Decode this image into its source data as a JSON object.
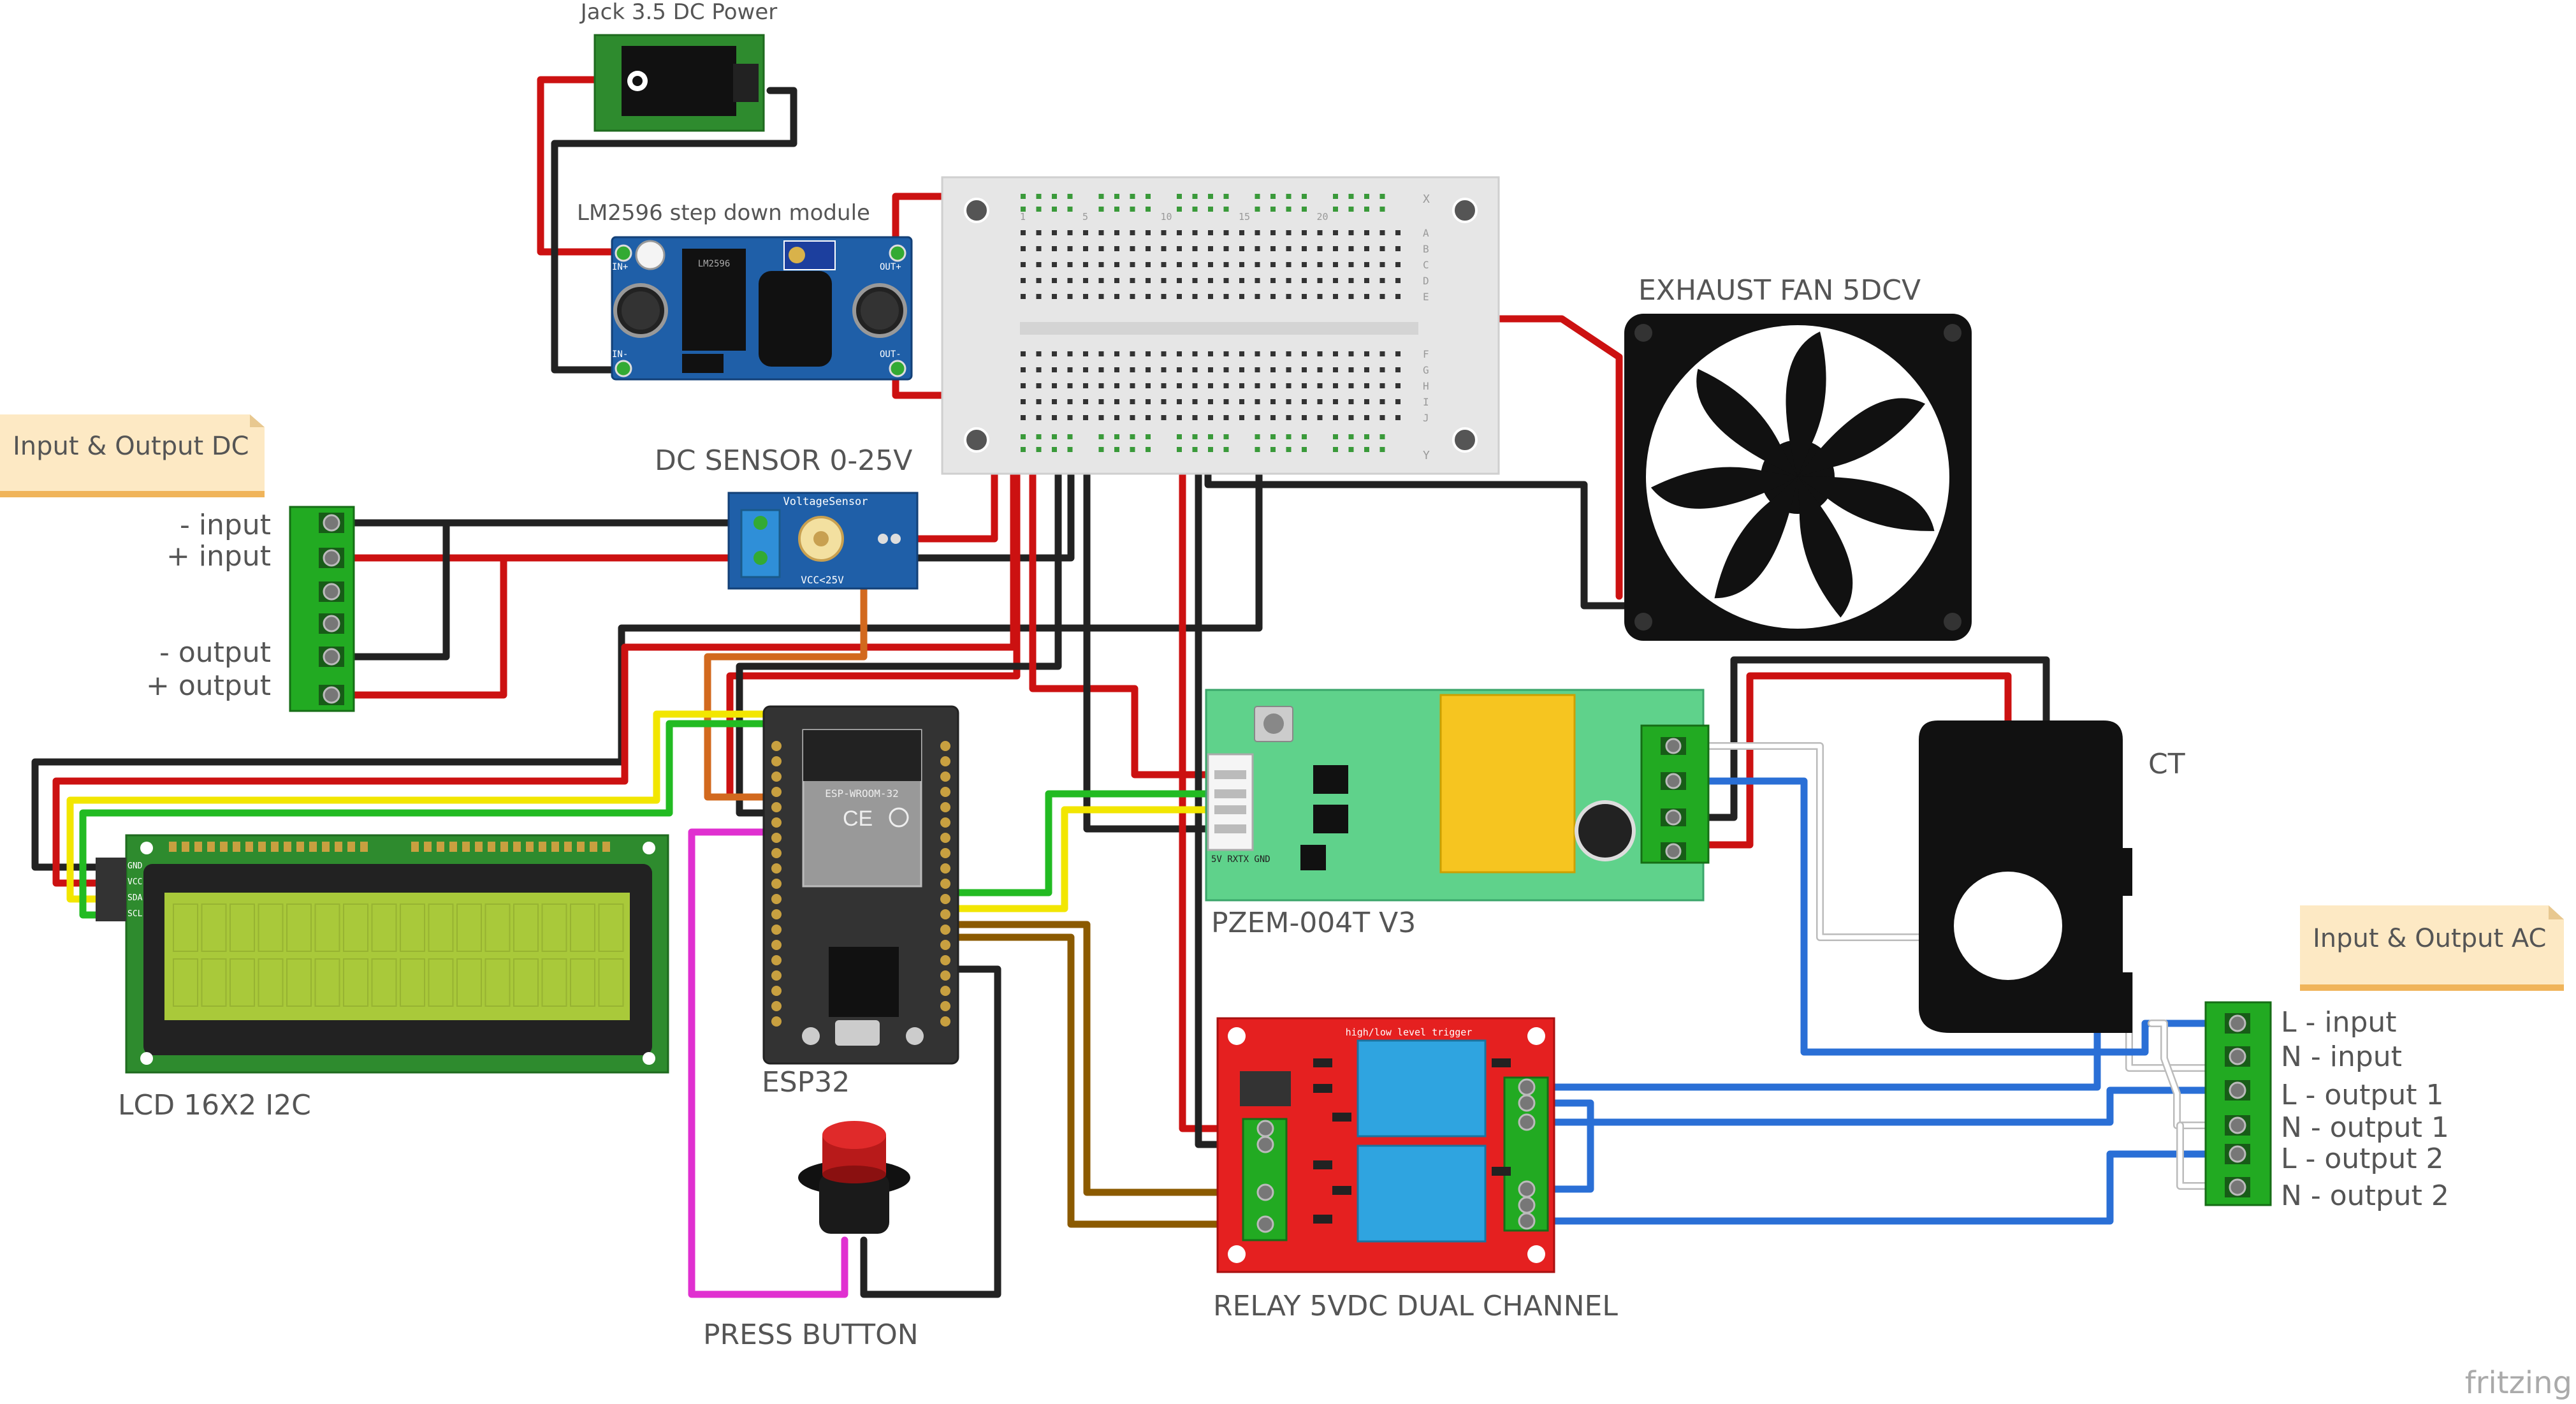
{
  "labels": {
    "jack": "Jack 3.5 DC Power",
    "lm2596": "LM2596 step down module",
    "lm2596_chip": "LM2596",
    "lm_in_plus": "IN+",
    "lm_in_minus": "IN-",
    "lm_out_plus": "OUT+",
    "lm_out_minus": "OUT-",
    "fan": "EXHAUST FAN 5DCV",
    "dc_sensor": "DC SENSOR 0-25V",
    "dc_sensor_silk": "VoltageSensor",
    "dc_sensor_silk2": "VCC<25V",
    "lcd": "LCD 16X2 I2C",
    "esp32": "ESP32",
    "esp32_module": "ESP-WROOM-32",
    "esp32_ce": "CE",
    "pzem": "PZEM-004T V3",
    "pzem_pins": "5V RXTX GND",
    "ct": "CT",
    "relay": "RELAY 5VDC DUAL CHANNEL",
    "relay_silk": "high/low level trigger",
    "press": "PRESS BUTTON",
    "fritzing": "fritzing"
  },
  "lcd_pins": [
    "GND",
    "VCC",
    "SDA",
    "SCL"
  ],
  "callouts": {
    "dc_title": "Input & Output DC",
    "ac_title": "Input & Output AC"
  },
  "dc_terminals": [
    "- input",
    "+ input",
    "- output",
    "+ output"
  ],
  "ac_terminals": [
    "L - input",
    "N - input",
    "L - output 1",
    "N - output 1",
    "L - output 2",
    "N - output 2"
  ],
  "breadboard": {
    "rows_left": [
      "A",
      "B",
      "C",
      "D",
      "E"
    ],
    "rows_right": [
      "F",
      "G",
      "H",
      "I",
      "J"
    ],
    "col_marks": [
      "1",
      "5",
      "10",
      "15",
      "20"
    ]
  },
  "colors": {
    "wire_red": "#cc1111",
    "wire_black": "#222222",
    "wire_yellow": "#f2e600",
    "wire_green": "#22bb22",
    "wire_blue": "#2a6fd6",
    "wire_orange": "#d2691e",
    "wire_brown": "#8b5a00",
    "wire_magenta": "#e030d0",
    "wire_white": "#eeeeee",
    "pcb_green": "#2e8b2e",
    "module_blue": "#1f5fa8",
    "relay_red": "#e52020",
    "terminal_green": "#22aa22",
    "callout_bg": "#fde9c4"
  }
}
